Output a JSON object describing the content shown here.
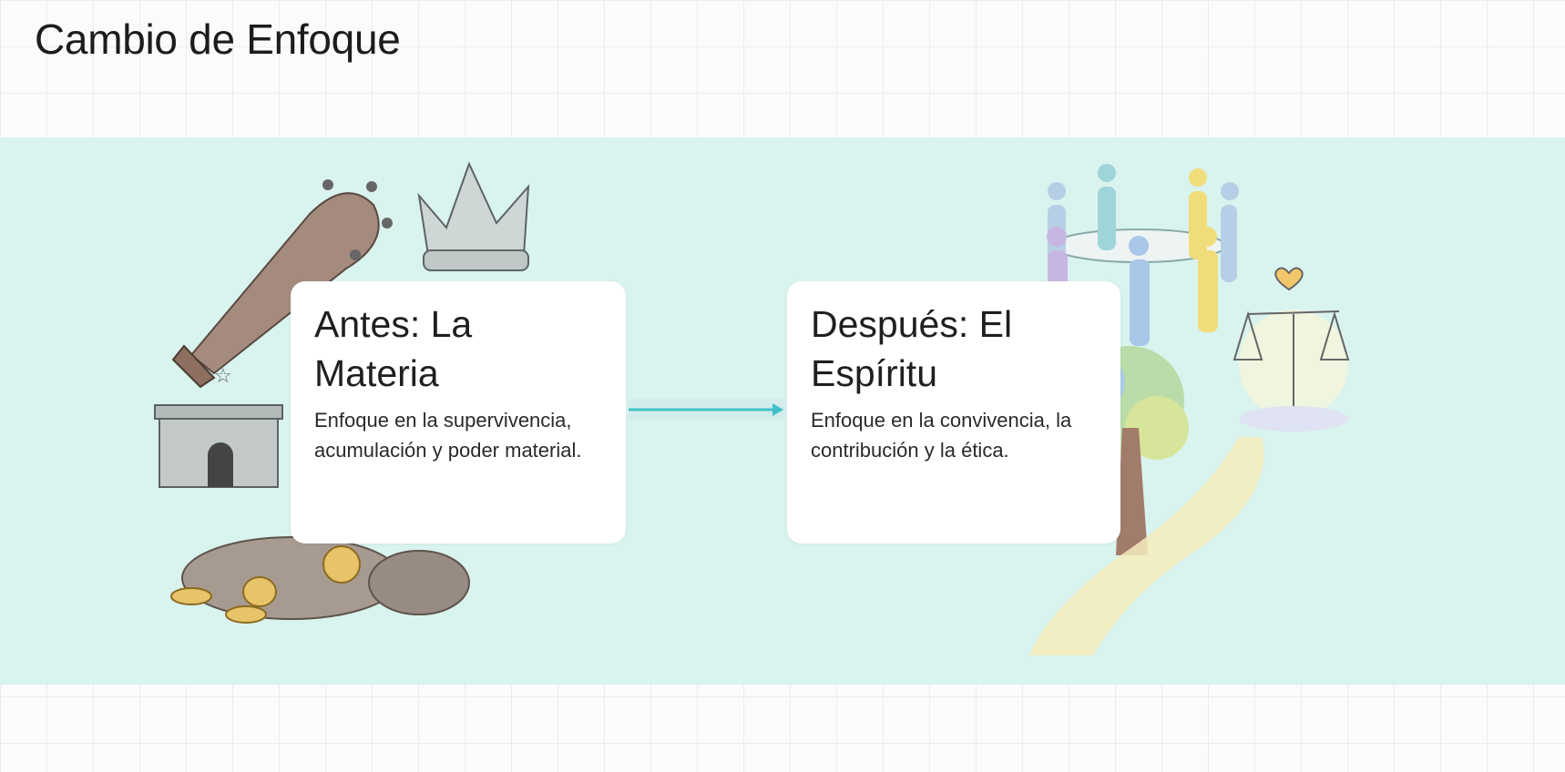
{
  "slide": {
    "title": "Cambio de Enfoque",
    "before": {
      "heading": "Antes: La Materia",
      "body": "Enfoque en la supervivencia, acumulación y poder material."
    },
    "after": {
      "heading": "Después: El Espíritu",
      "body": "Enfoque en la convivencia, la contribución y la ética."
    }
  },
  "colors": {
    "band": "#d9f3ee",
    "arrow": "#3fc1c9"
  }
}
